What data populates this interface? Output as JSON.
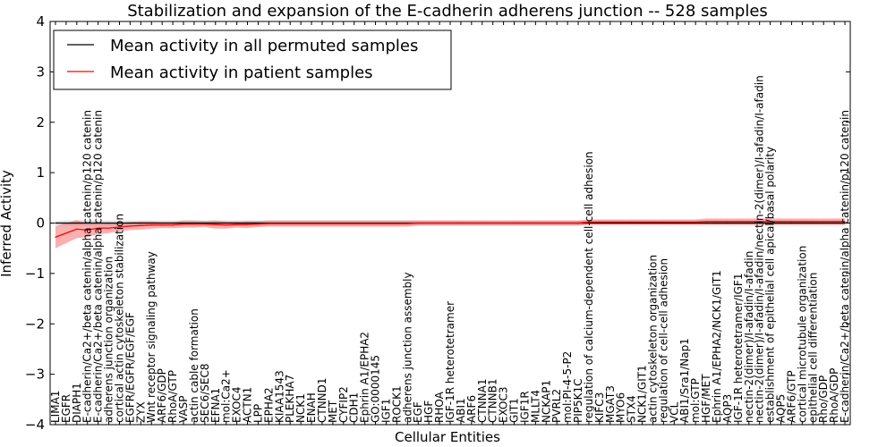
{
  "chart_data": {
    "type": "line",
    "title": "Stabilization and expansion of the E-cadherin adherens junction -- 528 samples",
    "xlabel": "Cellular Entities",
    "ylabel": "Inferred Activity",
    "ylim": [
      -4,
      4
    ],
    "yticks": [
      "4",
      "3",
      "2",
      "1",
      "0",
      "−1",
      "−2",
      "−3",
      "−4"
    ],
    "grid": false,
    "legend": {
      "position": "top-left",
      "entries": [
        {
          "label": "Mean activity in all permuted samples",
          "color": "#000000"
        },
        {
          "label": "Mean activity in patient samples",
          "color": "#ff0000"
        }
      ]
    },
    "categories": [
      "LIMA1",
      "EGFR",
      "DIAPH1",
      "E-cadherin/Ca2+/beta catenin/alpha catenin/p120 catenin",
      "E-cadherin/Ca2+/beta catenin/alpha catenin/p120 catenin",
      "adherens junction organization",
      "cortical actin cytoskeleton stabilization",
      "EGFR/EGFR/EGF/EGF",
      "ZYX",
      "Wnt receptor signaling pathway",
      "ARF6/GDP",
      "RhoA/GTP",
      "VASP",
      "actin cable formation",
      "SEC6/SEC8",
      "EFNA1",
      "mol:Ca2+",
      "EXOC4",
      "ACTN1",
      "LPP",
      "EPHA2",
      "KIAA1543",
      "PLEKHA7",
      "NCK1",
      "ENAH",
      "CTNND1",
      "MET",
      "CYFIP2",
      "CDH1",
      "Ephrin A1/EPHA2",
      "GO:0000145",
      "IGF1",
      "ROCK1",
      "adherens junction assembly",
      "EGF",
      "HGF",
      "RHOA",
      "IGF-1R heterotetramer",
      "ABI1",
      "ARF6",
      "CTNNA1",
      "CTNNB1",
      "EXOC3",
      "GIT1",
      "IGF1R",
      "MLLT4",
      "NCKAP1",
      "PVRL2",
      "mol:PI-4-5-P2",
      "PIP5K1C",
      "regulation of calcium-dependent cell-cell adhesion",
      "KIFC3",
      "MGAT3",
      "MYO6",
      "STX4",
      "NCK1/GIT1",
      "actin cytoskeleton organization",
      "regulation of cell-cell adhesion",
      "VCL",
      "ABI1/Sra1/Nap1",
      "mol:GTP",
      "HGF/MET",
      "Ephrin A1/EPHA2/NCK1/GIT1",
      "AQP3",
      "IGF-1R heterotetramer/IGF1",
      "nectin-2(dimer)/I-afadin/I-afadin",
      "nectin-2(dimer)/I-afadin/I-afadin/nectin-2(dimer)/I-afadin/I-afadin",
      "establishment of epithelial cell apical/basal polarity",
      "AQP5",
      "ARF6/GTP",
      "cortical microtubule organization",
      "epithelial cell differentiation",
      "Rho/GDP",
      "RhoA/GDP",
      "E-cadherin/Ca2+/beta catenin/alpha catenin/p120 catenin"
    ],
    "series": [
      {
        "name": "Mean activity in all permuted samples",
        "color": "#000000",
        "values": [
          0.0,
          0.0,
          0.0,
          0.0,
          0.0,
          0.0,
          0.0,
          0.0,
          0.0,
          0.0,
          0.0,
          0.0,
          0.0,
          0.0,
          0.0,
          0.0,
          0.0,
          0.0,
          0.0,
          0.0,
          0.0,
          0.0,
          0.0,
          0.0,
          0.0,
          0.0,
          0.0,
          0.0,
          0.0,
          0.0,
          0.0,
          0.0,
          0.0,
          0.0,
          0.0,
          0.0,
          0.0,
          0.0,
          0.0,
          0.0,
          0.0,
          0.0,
          0.0,
          0.0,
          0.0,
          0.0,
          0.0,
          0.0,
          0.0,
          0.0,
          0.0,
          0.0,
          0.0,
          0.0,
          0.0,
          0.0,
          0.0,
          0.0,
          0.0,
          0.0,
          0.0,
          0.0,
          0.0,
          0.0,
          0.0,
          0.0,
          0.0,
          0.0,
          0.0,
          0.0,
          0.0,
          0.0,
          0.0,
          0.0,
          0.0
        ],
        "band": [
          0.04,
          0.05,
          0.05,
          0.05,
          0.05,
          0.05,
          0.05,
          0.05,
          0.05,
          0.05,
          0.05,
          0.05,
          0.05,
          0.05,
          0.05,
          0.05,
          0.05,
          0.05,
          0.05,
          0.05,
          0.05,
          0.05,
          0.05,
          0.05,
          0.05,
          0.05,
          0.05,
          0.05,
          0.05,
          0.05,
          0.05,
          0.05,
          0.05,
          0.05,
          0.05,
          0.05,
          0.05,
          0.05,
          0.05,
          0.05,
          0.05,
          0.05,
          0.05,
          0.05,
          0.05,
          0.05,
          0.05,
          0.05,
          0.05,
          0.05,
          0.05,
          0.05,
          0.05,
          0.05,
          0.05,
          0.05,
          0.05,
          0.05,
          0.05,
          0.05,
          0.05,
          0.05,
          0.05,
          0.05,
          0.05,
          0.05,
          0.05,
          0.05,
          0.05,
          0.05,
          0.05,
          0.05,
          0.05,
          0.05,
          0.05
        ]
      },
      {
        "name": "Mean activity in patient samples",
        "color": "#ff0000",
        "values": [
          -0.28,
          -0.2,
          -0.12,
          -0.14,
          -0.1,
          -0.1,
          -0.08,
          -0.06,
          -0.05,
          -0.04,
          -0.04,
          -0.04,
          -0.02,
          -0.02,
          -0.02,
          -0.03,
          -0.04,
          -0.03,
          -0.03,
          -0.02,
          -0.01,
          -0.01,
          -0.01,
          -0.01,
          -0.01,
          -0.01,
          -0.01,
          -0.01,
          -0.01,
          -0.01,
          -0.01,
          -0.01,
          -0.01,
          -0.01,
          0.0,
          0.0,
          0.0,
          0.0,
          0.0,
          0.0,
          0.0,
          0.0,
          0.0,
          0.0,
          0.0,
          0.0,
          0.0,
          0.0,
          0.0,
          0.0,
          0.02,
          0.02,
          0.02,
          0.02,
          0.02,
          0.02,
          0.02,
          0.02,
          0.02,
          0.02,
          0.02,
          0.03,
          0.03,
          0.03,
          0.03,
          0.03,
          0.03,
          0.03,
          0.03,
          0.03,
          0.03,
          0.03,
          0.03,
          0.03,
          0.03
        ],
        "band": [
          0.22,
          0.2,
          0.18,
          0.14,
          0.12,
          0.1,
          0.08,
          0.08,
          0.08,
          0.07,
          0.06,
          0.06,
          0.07,
          0.07,
          0.06,
          0.08,
          0.07,
          0.06,
          0.07,
          0.06,
          0.06,
          0.06,
          0.06,
          0.06,
          0.06,
          0.06,
          0.06,
          0.06,
          0.06,
          0.06,
          0.06,
          0.06,
          0.06,
          0.06,
          0.05,
          0.05,
          0.05,
          0.05,
          0.05,
          0.05,
          0.05,
          0.05,
          0.05,
          0.05,
          0.05,
          0.05,
          0.05,
          0.05,
          0.05,
          0.05,
          0.05,
          0.05,
          0.05,
          0.05,
          0.05,
          0.05,
          0.05,
          0.05,
          0.05,
          0.05,
          0.05,
          0.06,
          0.06,
          0.06,
          0.06,
          0.06,
          0.06,
          0.06,
          0.06,
          0.06,
          0.06,
          0.06,
          0.06,
          0.06,
          0.06
        ]
      }
    ]
  }
}
